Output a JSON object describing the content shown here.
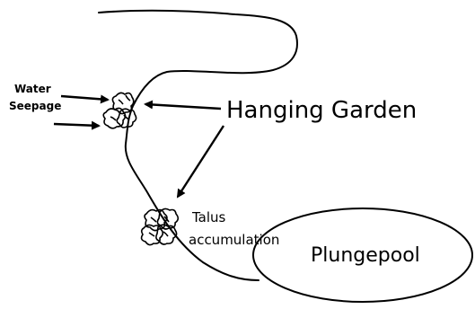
{
  "labels": {
    "water_seepage_line1": "Water",
    "water_seepage_line2": "Seepage",
    "hanging_garden": "Hanging Garden",
    "talus_line1": "Talus",
    "talus_line2": "accumulation",
    "plungepool": "Plungepool"
  },
  "colors": {
    "ink": "#000000",
    "background": "#ffffff"
  }
}
